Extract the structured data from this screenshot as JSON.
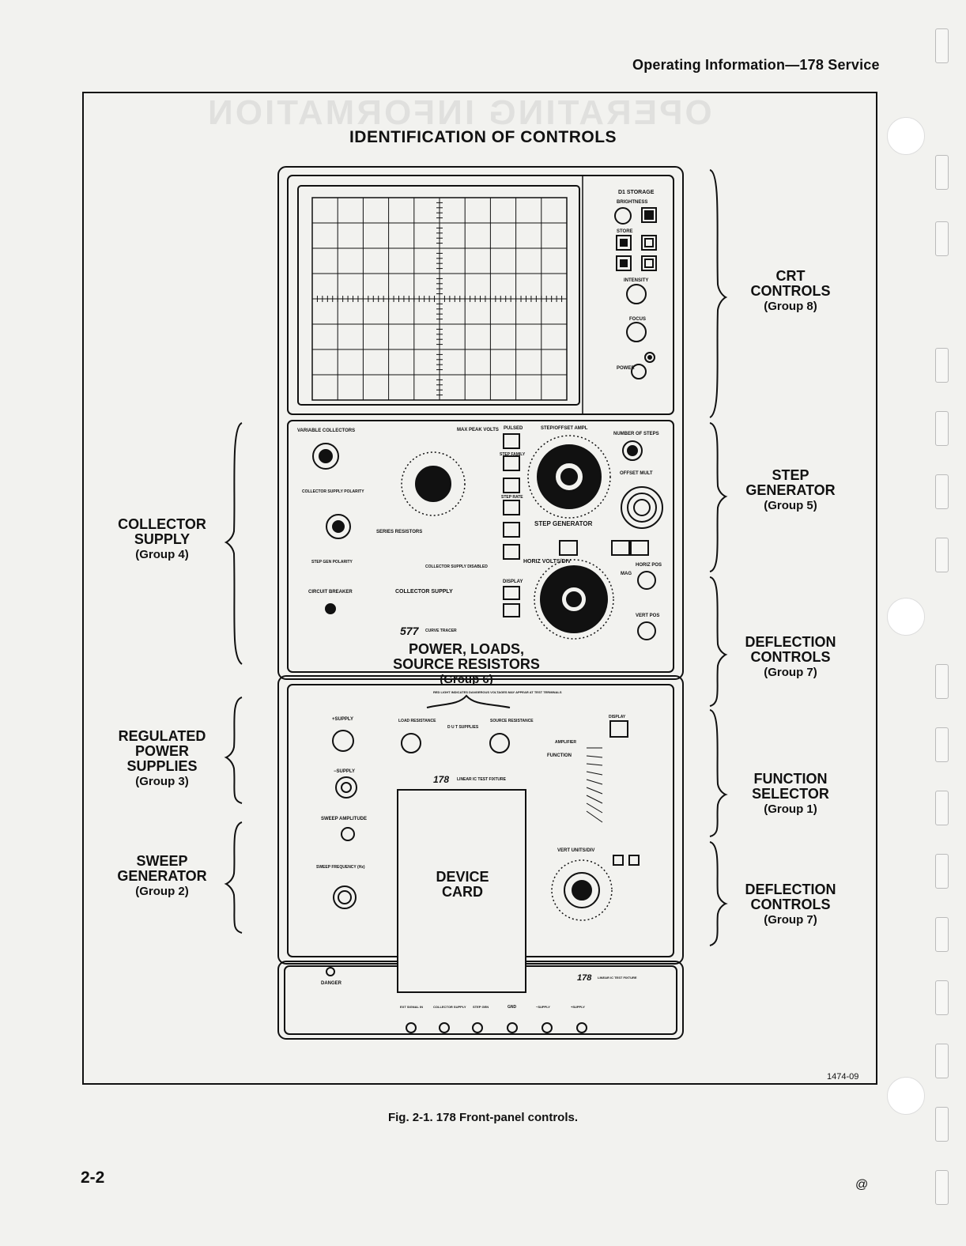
{
  "page": {
    "header_right": "Operating Information—178 Service",
    "figure_title": "IDENTIFICATION OF CONTROLS",
    "ghost_text": "OPERATING INFORMATION",
    "figure_id": "1474-09",
    "caption": "Fig. 2-1. 178 Front-panel controls.",
    "page_number": "2-2",
    "copyright_mark": "@"
  },
  "groups": {
    "crt": {
      "l1": "CRT",
      "l2": "CONTROLS",
      "g": "(Group 8)"
    },
    "step": {
      "l1": "STEP",
      "l2": "GENERATOR",
      "g": "(Group 5)"
    },
    "deflection_upper": {
      "l1": "DEFLECTION",
      "l2": "CONTROLS",
      "g": "(Group 7)"
    },
    "function": {
      "l1": "FUNCTION",
      "l2": "SELECTOR",
      "g": "(Group 1)"
    },
    "deflection_lower": {
      "l1": "DEFLECTION",
      "l2": "CONTROLS",
      "g": "(Group 7)"
    },
    "collector": {
      "l1": "COLLECTOR",
      "l2": "SUPPLY",
      "g": "(Group 4)"
    },
    "regulated": {
      "l1": "REGULATED",
      "l2": "POWER",
      "l3": "SUPPLIES",
      "g": "(Group 3)"
    },
    "sweep": {
      "l1": "SWEEP",
      "l2": "GENERATOR",
      "g": "(Group 2)"
    },
    "power_loads": {
      "l1": "POWER, LOADS,",
      "l2": "SOURCE RESISTORS",
      "g": "(Group 6)"
    },
    "device_card": {
      "l1": "DEVICE",
      "l2": "CARD"
    }
  },
  "panel_labels": {
    "d1_storage": "D1 STORAGE",
    "brightness": "BRIGHTNESS",
    "store": "STORE",
    "intensity": "INTENSITY",
    "focus": "FOCUS",
    "power": "POWER",
    "variable_collectors": "VARIABLE COLLECTORS",
    "max_peak_volts": "MAX PEAK VOLTS",
    "pulsed": "PULSED",
    "step_offset_ampl": "STEP/OFFSET AMPL",
    "number_of_steps": "NUMBER OF STEPS",
    "step_family": "STEP FAMILY",
    "collector_supply_polarity": "COLLECTOR SUPPLY POLARITY",
    "series_resistors": "SERIES RESISTORS",
    "offset_mult": "OFFSET MULT",
    "step_rate": "STEP RATE",
    "step_generator": "STEP GENERATOR",
    "step_gen_polarity": "STEP GEN POLARITY",
    "horiz_volts_div": "HORIZ VOLTS/DIV",
    "horiz_pos": "HORIZ POS",
    "circuit_breaker": "CIRCUIT BREAKER",
    "collector_supply": "COLLECTOR SUPPLY",
    "collector_supply_disabled": "COLLECTOR SUPPLY DISABLED",
    "display": "DISPLAY",
    "vert_pos": "VERT POS",
    "mag": "MAG",
    "curve_tracer_brand": "577",
    "curve_tracer": "CURVE TRACER",
    "red_light": "RED LIGHT INDICATES DANGEROUS VOLTAGES MAY APPEAR AT TEST TERMINALS",
    "plus_supply": "+SUPPLY",
    "minus_supply": "−SUPPLY",
    "load_resistance": "LOAD RESISTANCE",
    "dut_supplies": "D U T SUPPLIES",
    "source_resistance": "SOURCE RESISTANCE",
    "display2": "DISPLAY",
    "amplifier": "AMPLIFIER",
    "function": "FUNCTION",
    "fixture_brand": "178",
    "linear_ic_test_fixture": "LINEAR IC TEST FIXTURE",
    "sweep_amplitude": "SWEEP AMPLITUDE",
    "sweep_frequency": "SWEEP FREQUENCY (Hz)",
    "vert_units_div": "VERT UNITS/DIV",
    "danger": "DANGER",
    "ext_signal_in": "EXT SIGNAL IN",
    "collector_supply2": "COLLECTOR SUPPLY",
    "step_gen": "STEP GEN",
    "gnd": "GND",
    "minus_supply2": "−SUPPLY",
    "plus_supply2": "+SUPPLY"
  }
}
